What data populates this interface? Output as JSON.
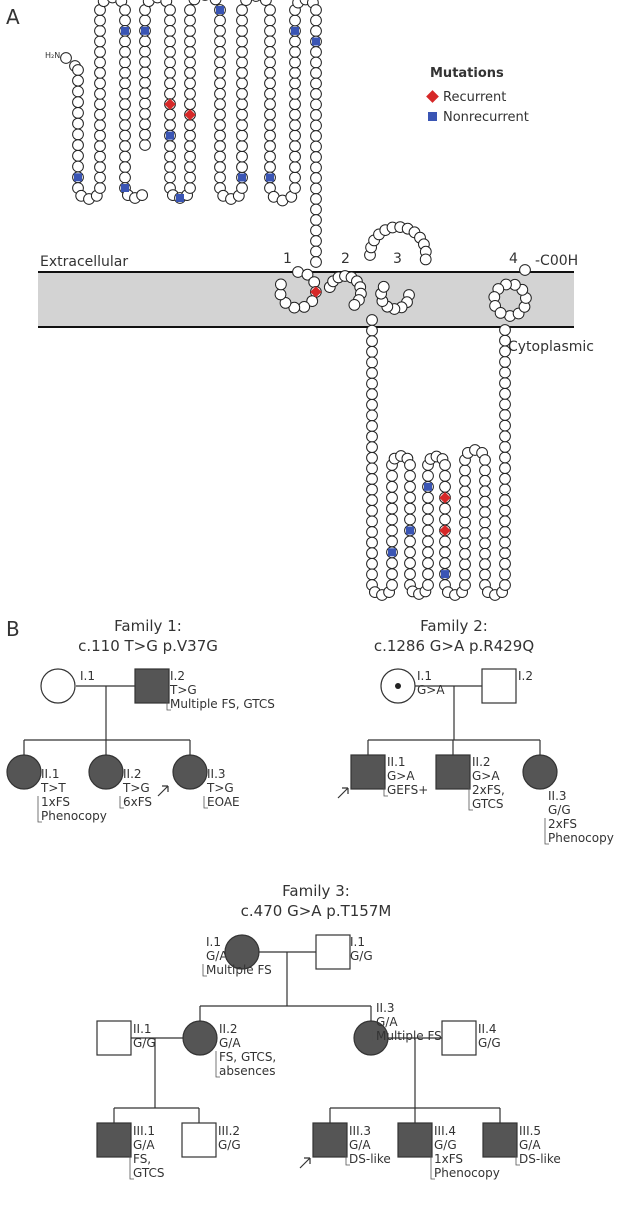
{
  "panel_a": {
    "label": "A",
    "nterm": "H₂N–",
    "cterm": "-C00H",
    "extracellular": "Extracellular",
    "cytoplasmic": "Cytoplasmic",
    "tm_numbers": [
      "1",
      "2",
      "3",
      "4"
    ],
    "legend": {
      "title": "Mutations",
      "recurrent": "Recurrent",
      "nonrecurrent": "Nonrecurrent",
      "colors": {
        "recurrent": "#d62828",
        "nonrecurrent": "#3a55b4"
      }
    }
  },
  "panel_b": {
    "label": "B",
    "families": [
      {
        "title": "Family 1:",
        "variant": "c.110 T>G p.V37G",
        "members": [
          {
            "id": "I.1",
            "lines": []
          },
          {
            "id": "I.2",
            "lines": [
              "T>G",
              "Multiple FS, GTCS"
            ]
          },
          {
            "id": "II.1",
            "lines": [
              "T>T",
              "1xFS",
              "Phenocopy"
            ]
          },
          {
            "id": "II.2",
            "lines": [
              "T>G",
              "6xFS"
            ]
          },
          {
            "id": "II.3",
            "lines": [
              "T>G",
              "EOAE"
            ]
          }
        ]
      },
      {
        "title": "Family 2:",
        "variant": "c.1286 G>A p.R429Q",
        "members": [
          {
            "id": "I.1",
            "lines": [
              "G>A"
            ]
          },
          {
            "id": "I.2",
            "lines": []
          },
          {
            "id": "II.1",
            "lines": [
              "G>A",
              "GEFS+"
            ]
          },
          {
            "id": "II.2",
            "lines": [
              "G>A",
              "2xFS,",
              "GTCS"
            ]
          },
          {
            "id": "II.3",
            "lines": [
              "G/G",
              "2xFS",
              "Phenocopy"
            ]
          }
        ]
      },
      {
        "title": "Family 3:",
        "variant": "c.470 G>A p.T157M",
        "members": [
          {
            "id": "I.1",
            "lines": [
              "G/A",
              "Multiple FS"
            ]
          },
          {
            "id": "I.1",
            "lines": [
              "G/G"
            ]
          },
          {
            "id": "II.1",
            "lines": [
              "G/G"
            ]
          },
          {
            "id": "II.2",
            "lines": [
              "G/A",
              "FS, GTCS,",
              "absences"
            ]
          },
          {
            "id": "II.3",
            "lines": [
              "G/A",
              "Multiple FS"
            ]
          },
          {
            "id": "II.4",
            "lines": [
              "G/G"
            ]
          },
          {
            "id": "III.1",
            "lines": [
              "G/A",
              "FS,",
              "GTCS"
            ]
          },
          {
            "id": "III.2",
            "lines": [
              "G/G"
            ]
          },
          {
            "id": "III.3",
            "lines": [
              "G/A",
              "DS-like"
            ]
          },
          {
            "id": "III.4",
            "lines": [
              "G/G",
              "1xFS",
              "Phenocopy"
            ]
          },
          {
            "id": "III.5",
            "lines": [
              "G/A",
              "DS-like"
            ]
          }
        ]
      }
    ]
  }
}
